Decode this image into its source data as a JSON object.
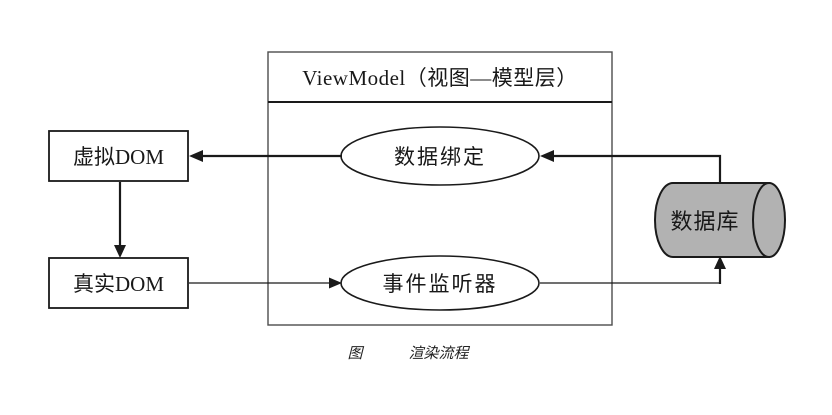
{
  "diagram": {
    "title": "ViewModel（视图—模型层）",
    "nodes": {
      "virtual_dom": "虚拟DOM",
      "real_dom": "真实DOM",
      "data_binding": "数据绑定",
      "event_listener": "事件监听器",
      "database": "数据库"
    },
    "caption": {
      "prefix": "图",
      "text": "渲染流程"
    },
    "colors": {
      "line": "#1a1a1a",
      "frame": "#4d4d4d",
      "cylinder_fill": "#b2b2b2",
      "background": "#ffffff"
    }
  }
}
